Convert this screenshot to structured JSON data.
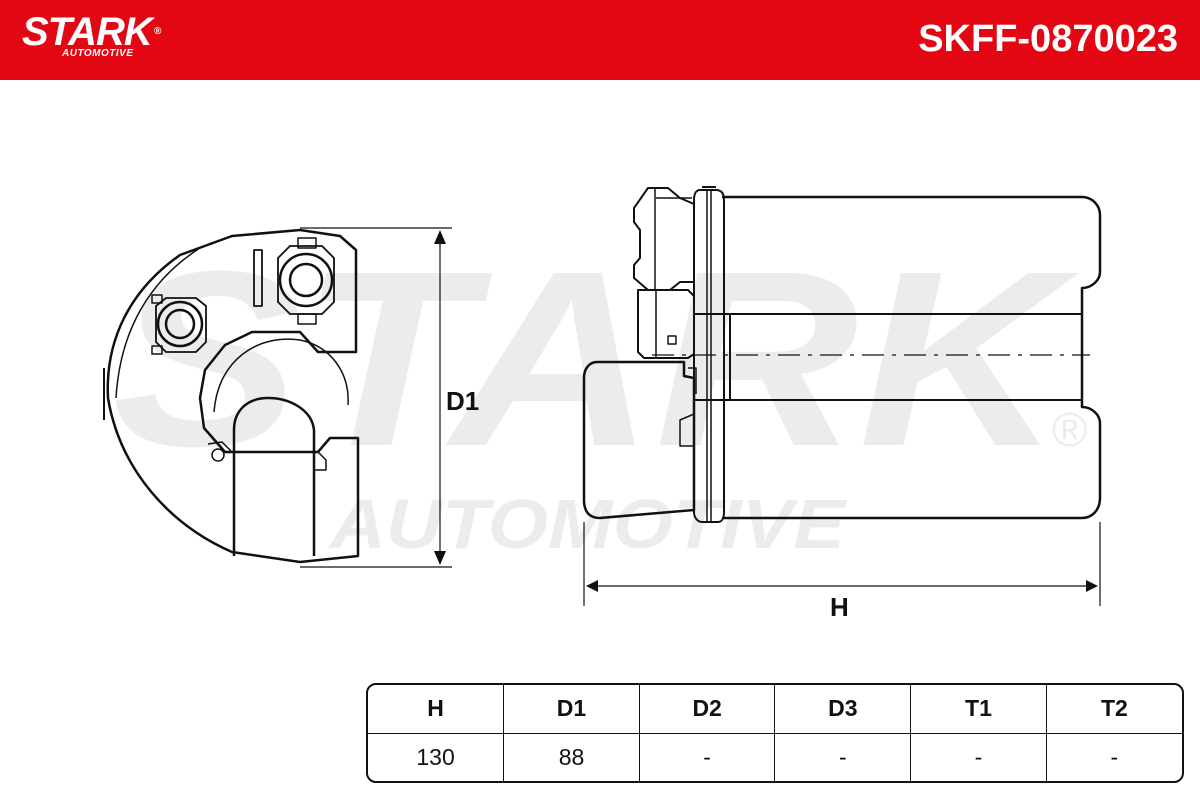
{
  "header": {
    "brand": "STARK",
    "brand_sub": "AUTOMOTIVE",
    "registered_mark": "®",
    "part_number": "SKFF-0870023",
    "background_color": "#e30613",
    "text_color": "#ffffff"
  },
  "watermark": {
    "main": "STARK",
    "sub": "AUTOMOTIVE",
    "registered_mark": "®",
    "color": "#e9e9e9"
  },
  "drawing": {
    "dimension_d1_label": "D1",
    "dimension_h_label": "H",
    "line_color": "#111111"
  },
  "spec_table": {
    "headers": [
      "H",
      "D1",
      "D2",
      "D3",
      "T1",
      "T2"
    ],
    "values": [
      "130",
      "88",
      "-",
      "-",
      "-",
      "-"
    ]
  }
}
